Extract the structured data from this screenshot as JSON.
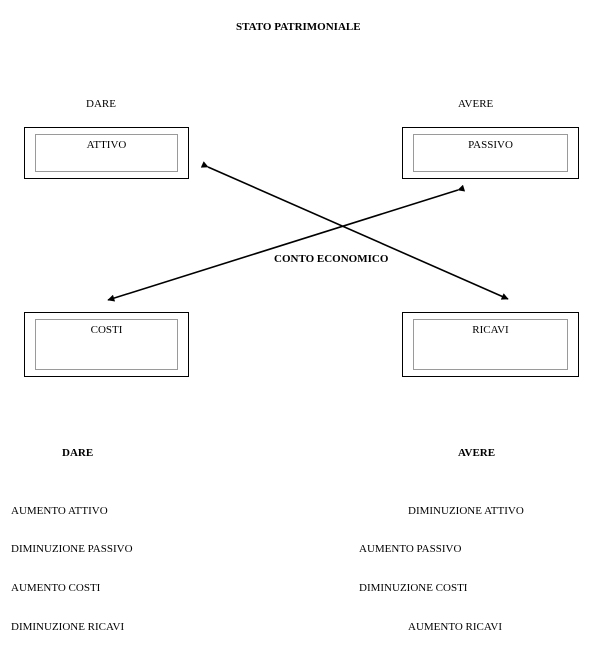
{
  "title": "STATO PATRIMONIALE",
  "top": {
    "dare_label": "DARE",
    "avere_label": "AVERE"
  },
  "boxes": {
    "attivo": "ATTIVO",
    "passivo": "PASSIVO",
    "costi": "COSTI",
    "ricavi": "RICAVI"
  },
  "center_label": "CONTO ECONOMICO",
  "bottom": {
    "dare_label": "DARE",
    "avere_label": "AVERE",
    "dare_items": [
      "AUMENTO  ATTIVO",
      "DIMINUZIONE  PASSIVO",
      "AUMENTO  COSTI",
      "DIMINUZIONE  RICAVI"
    ],
    "avere_items": [
      "DIMINUZIONE  ATTIVO",
      "AUMENTO PASSIVO",
      "DIMINUZIONE COSTI",
      "AUMENTO  RICAVI"
    ]
  }
}
